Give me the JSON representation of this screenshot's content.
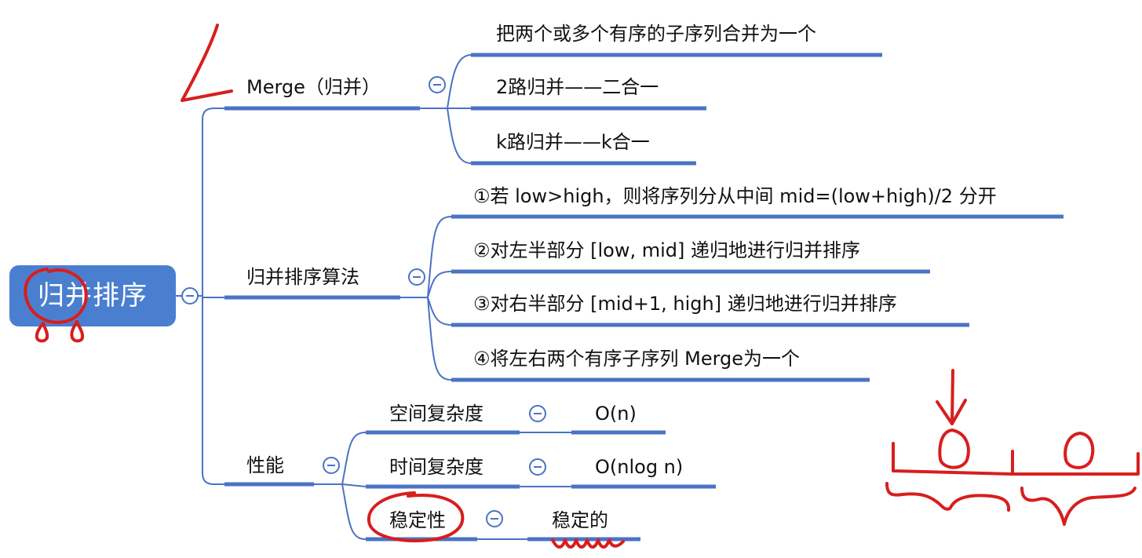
{
  "root": {
    "label": "归并排序"
  },
  "branches": {
    "merge": {
      "label": "Merge（归并）",
      "children": [
        "把两个或多个有序的子序列合并为一个",
        "2路归并——二合一",
        "k路归并——k合一"
      ]
    },
    "algorithm": {
      "label": "归并排序算法",
      "children": [
        "①若 low>high，则将序列分从中间 mid=(low+high)/2 分开",
        "②对左半部分 [low, mid] 递归地进行归并排序",
        "③对右半部分 [mid+1, high] 递归地进行归并排序",
        "④将左右两个有序子序列 Merge为一个"
      ]
    },
    "performance": {
      "label": "性能",
      "items": [
        {
          "label": "空间复杂度",
          "value": "O(n)"
        },
        {
          "label": "时间复杂度",
          "value": "O(nlog n)"
        },
        {
          "label": "稳定性",
          "value": "稳定的"
        }
      ]
    }
  },
  "colors": {
    "line": "#4a73c4",
    "root": "#4a7fd0",
    "ink": "#d81e1e"
  },
  "icons": {
    "collapse": "minus-circle-icon"
  }
}
